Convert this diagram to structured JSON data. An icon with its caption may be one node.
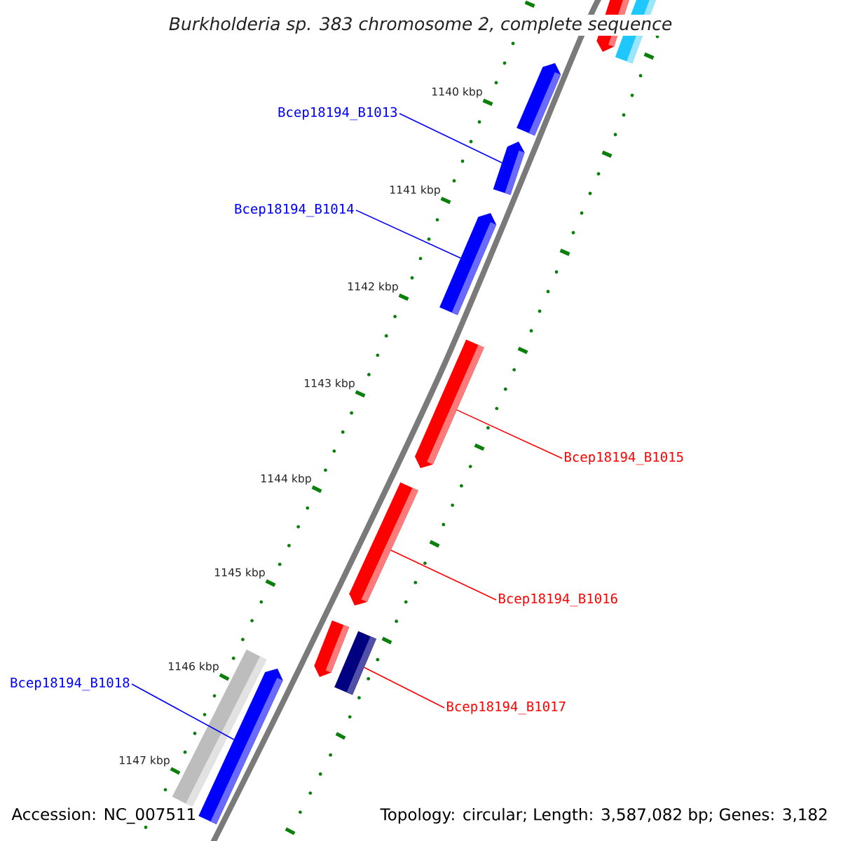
{
  "diagram": {
    "title": "Burkholderia sp. 383 chromosome 2, complete sequence",
    "nodes": [
      {
        "text": [
          "Bcep18194_B1013"
        ]
      },
      {
        "text": [
          "Bcep18194_B1014"
        ]
      },
      {
        "text": [
          "Bcep18194_B1015"
        ]
      },
      {
        "text": [
          "Bcep18194_B1016"
        ]
      },
      {
        "text": [
          "Bcep18194_B1017"
        ]
      },
      {
        "text": [
          "Bcep18194_B1018"
        ]
      },
      {
        "text": [],
        "shape": "bar"
      },
      {
        "text": [],
        "shape": "bar"
      },
      {
        "text": [],
        "shape": "bar"
      },
      {
        "text": [],
        "shape": "bar"
      },
      {
        "text": [],
        "shape": "bar"
      },
      {
        "text": [],
        "shape": "bar"
      }
    ],
    "edges": [
      {
        "from": 0,
        "to": 6,
        "arrow": "none",
        "color": "#0000ff"
      },
      {
        "from": 1,
        "to": 7,
        "arrow": "none",
        "color": "#0000ff"
      },
      {
        "from": 2,
        "to": 8,
        "arrow": "none",
        "color": "#ff0000"
      },
      {
        "from": 3,
        "to": 9,
        "arrow": "none",
        "color": "#ff0000"
      },
      {
        "from": 4,
        "to": 10,
        "arrow": "none",
        "color": "#ff0000"
      },
      {
        "from": 5,
        "to": 11,
        "arrow": "none",
        "color": "#0000ff"
      }
    ],
    "labels": [
      "1140 kbp",
      "1141 kbp",
      "1142 kbp",
      "1143 kbp",
      "1144 kbp",
      "1145 kbp",
      "1146 kbp",
      "1147 kbp",
      "Accession: NC_007511",
      "Topology: circular; Length: 3,587,082 bp; Genes: 3,182"
    ]
  }
}
